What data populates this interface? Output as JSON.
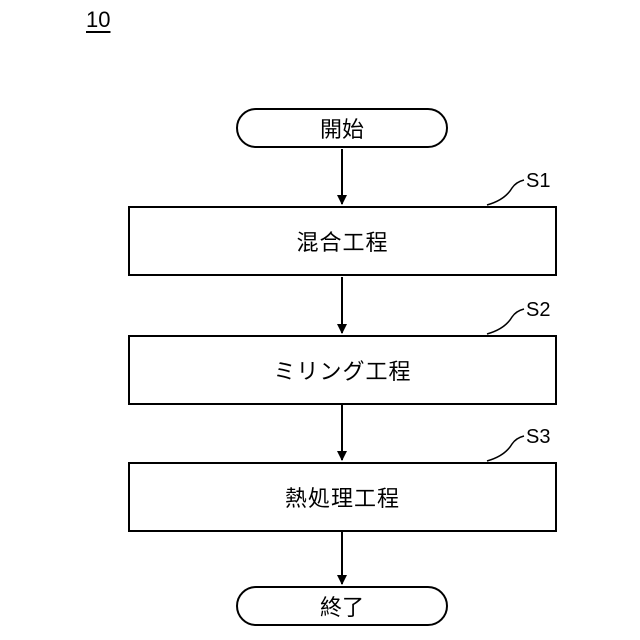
{
  "figure": {
    "number": "10"
  },
  "flowchart": {
    "start": "開始",
    "end": "終了",
    "steps": [
      {
        "id": "S1",
        "label": "混合工程"
      },
      {
        "id": "S2",
        "label": "ミリング工程"
      },
      {
        "id": "S3",
        "label": "熱処理工程"
      }
    ]
  }
}
